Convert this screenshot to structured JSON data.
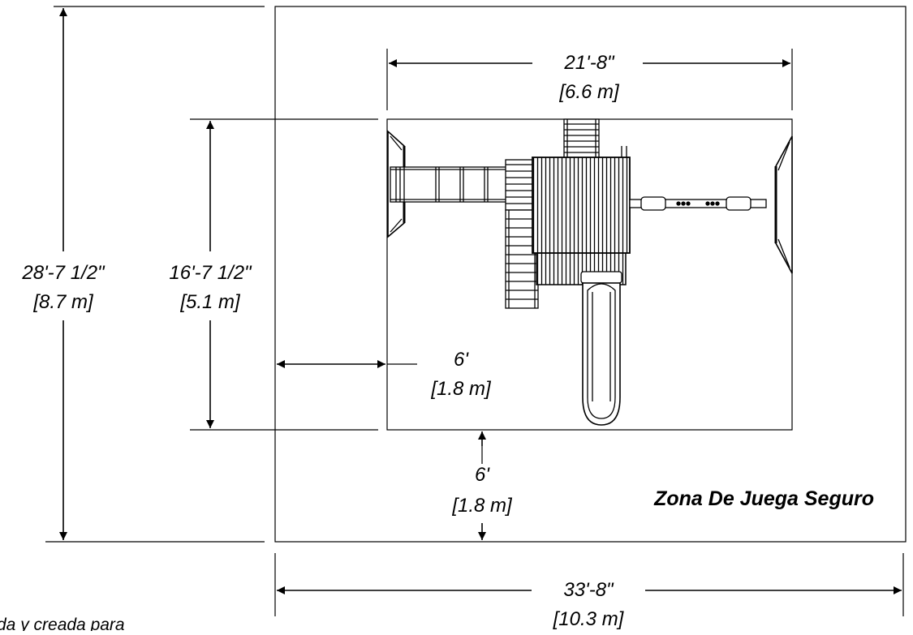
{
  "dimensions": {
    "overall_width": {
      "imperial": "33'-8\"",
      "metric": "[10.3 m]"
    },
    "overall_depth": {
      "imperial": "28'-7 1/2\"",
      "metric": "[8.7 m]"
    },
    "play_width": {
      "imperial": "21'-8\"",
      "metric": "[6.6 m]"
    },
    "play_depth": {
      "imperial": "16'-7 1/2\"",
      "metric": "[5.1 m]"
    },
    "side_clearance": {
      "imperial": "6'",
      "metric": "[1.8 m]"
    },
    "bottom_clearance": {
      "imperial": "6'",
      "metric": "[1.8 m]"
    }
  },
  "zone_label": "Zona De Juega Seguro",
  "footnote": "da y creada para",
  "colors": {
    "ink": "#000000",
    "paper": "#ffffff"
  }
}
